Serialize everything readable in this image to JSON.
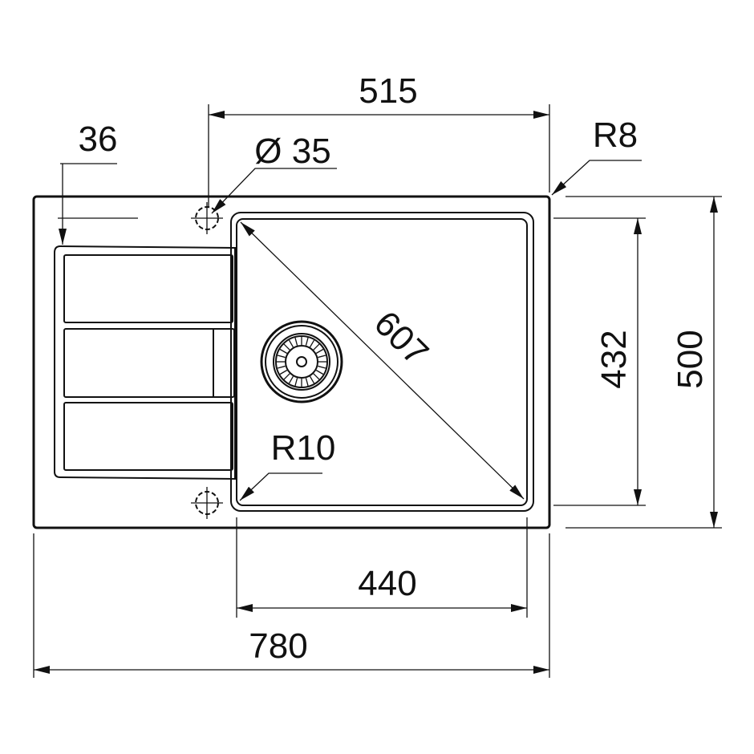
{
  "drawing": {
    "labels": {
      "overall_width": "780",
      "overall_depth": "500",
      "bowl_width": "440",
      "bowl_depth": "432",
      "bowl_diagonal": "607",
      "tap_hole_offset": "515",
      "drainboard_offset": "36",
      "tap_hole_diameter": "Ø 35",
      "outer_radius": "R8",
      "bowl_radius": "R10"
    },
    "line_color": "#111111",
    "background": "#ffffff"
  }
}
